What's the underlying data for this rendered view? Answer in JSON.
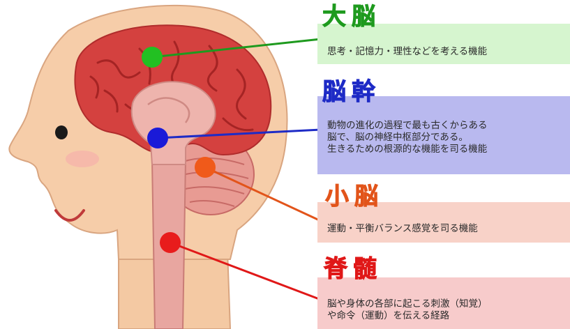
{
  "regions": [
    {
      "id": "cerebrum",
      "title": "大脳",
      "description": "思考・記憶力・理性などを考える機能",
      "color": "#1e9a1e",
      "box_color": "#d6f5cf"
    },
    {
      "id": "brainstem",
      "title": "脳幹",
      "description": "動物の進化の過程で最も古くからある\n脳で、脳の神経中枢部分である。\n生きるための根源的な機能を司る機能",
      "color": "#1e2bc6",
      "box_color": "#b9b9ef"
    },
    {
      "id": "cerebellum",
      "title": "小脳",
      "description": "運動・平衡バランス感覚を司る機能",
      "color": "#e2541a",
      "box_color": "#f8d2c8"
    },
    {
      "id": "spinal",
      "title": "脊髄",
      "description": "脳や身体の各部に起こる刺激（知覚）\nや命令（運動）を伝える経路",
      "color": "#e01818",
      "box_color": "#f7cbcb"
    }
  ]
}
